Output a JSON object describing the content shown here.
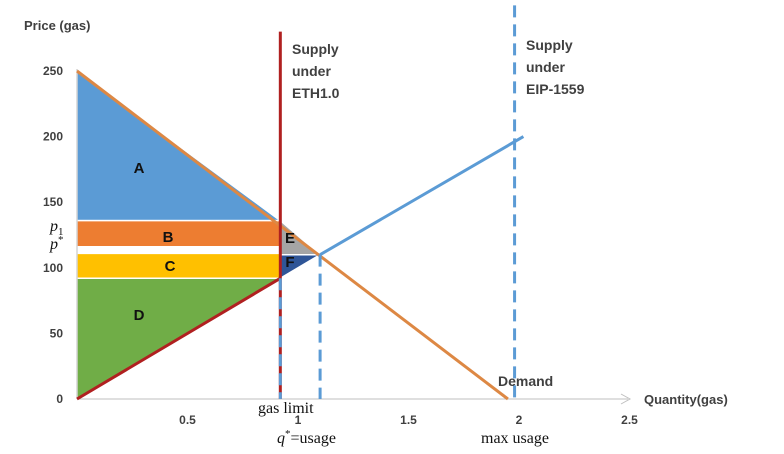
{
  "chart_data": {
    "type": "line",
    "title": "",
    "xlabel": "Quantity(gas)",
    "ylabel": "Price (gas)",
    "xlim": [
      0,
      2.5
    ],
    "ylim": [
      0,
      250
    ],
    "x_ticks": [
      0.5,
      1,
      1.5,
      2,
      2.5
    ],
    "y_ticks": [
      0,
      50,
      100,
      150,
      200,
      250
    ],
    "grid": false,
    "series": [
      {
        "name": "Demand",
        "color": "#dd8844",
        "points": [
          [
            0,
            250
          ],
          [
            1.95,
            0
          ]
        ]
      },
      {
        "name": "",
        "color": "#5b9bd5",
        "points": [
          [
            1.1,
            110
          ],
          [
            2.02,
            200
          ]
        ]
      },
      {
        "name": "",
        "color": "#b02020",
        "points": [
          [
            0,
            0
          ],
          [
            0.92,
            92
          ]
        ]
      }
    ],
    "vertical_lines": [
      {
        "x": 0.92,
        "ymin": 0,
        "ymax": 280,
        "style": "solid",
        "color": "#b02020"
      },
      {
        "x": 0.92,
        "ymin": 0,
        "ymax": 92,
        "style": "dashed",
        "color": "#5b9bd5"
      },
      {
        "x": 1.1,
        "ymin": 0,
        "ymax": 110,
        "style": "dashed",
        "color": "#5b9bd5"
      },
      {
        "x": 1.98,
        "ymin": 0,
        "ymax": 300,
        "style": "dashed",
        "color": "#5b9bd5"
      }
    ],
    "regions": [
      {
        "label": "A",
        "color": "#5b9bd5",
        "points": [
          [
            0,
            250
          ],
          [
            0,
            136
          ],
          [
            0.92,
            136
          ]
        ]
      },
      {
        "label": "B",
        "color": "#ed7d31",
        "points": [
          [
            0,
            136
          ],
          [
            0.92,
            136
          ],
          [
            0.92,
            116
          ],
          [
            0,
            116
          ]
        ]
      },
      {
        "label": "C",
        "color": "#ffc000",
        "points": [
          [
            0,
            111
          ],
          [
            0.92,
            111
          ],
          [
            0.92,
            92
          ],
          [
            0,
            92
          ]
        ]
      },
      {
        "label": "D",
        "color": "#70ad47",
        "points": [
          [
            0,
            92
          ],
          [
            0.92,
            92
          ],
          [
            0,
            0
          ]
        ]
      },
      {
        "label": "E",
        "color": "#a5a5a5",
        "points": [
          [
            0.92,
            136
          ],
          [
            1.1,
            110
          ],
          [
            0.92,
            110
          ]
        ]
      },
      {
        "label": "F",
        "color": "#2f5597",
        "points": [
          [
            0.92,
            110
          ],
          [
            1.1,
            110
          ],
          [
            0.92,
            92
          ]
        ]
      }
    ],
    "annotations": {
      "supply_eth1": [
        "Supply",
        "under",
        "ETH1.0"
      ],
      "supply_eip": [
        "Supply",
        "under",
        "EIP-1559"
      ],
      "demand": "Demand",
      "gas_limit": "gas limit",
      "usage": "q*=usage",
      "max_usage": "max usage",
      "p1": "p1",
      "pstar": "p*"
    }
  }
}
